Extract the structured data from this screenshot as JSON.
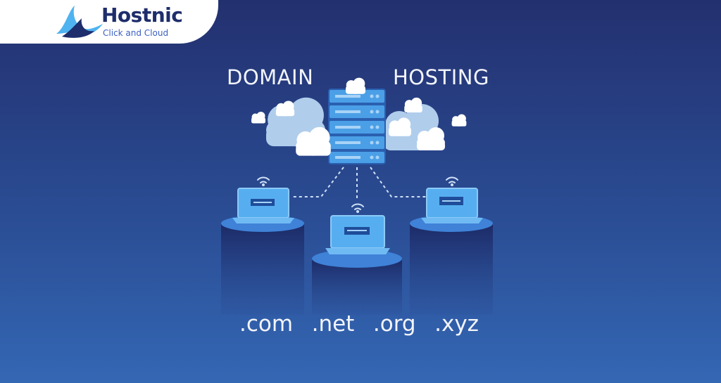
{
  "brand": {
    "name": "Hostnic",
    "tagline": "Click and Cloud",
    "logo_icon": "wave-icon",
    "colors": {
      "navy": "#1e2d6b",
      "accent": "#3b5fc0",
      "wave_light": "#4fb3f0"
    }
  },
  "illustration": {
    "label_left": "DOMAIN",
    "label_right": "HOSTING",
    "server_icon": "server-rack-icon",
    "cloud_icon": "cloud-icon",
    "laptop_icon": "laptop-icon",
    "wifi_icon": "wifi-icon",
    "tlds": [
      ".com",
      ".net",
      ".org",
      ".xyz"
    ],
    "colors": {
      "bg_top": "#23306f",
      "bg_bottom": "#3467b4",
      "server": "#4b9fe6",
      "screen": "#56aef0"
    }
  }
}
